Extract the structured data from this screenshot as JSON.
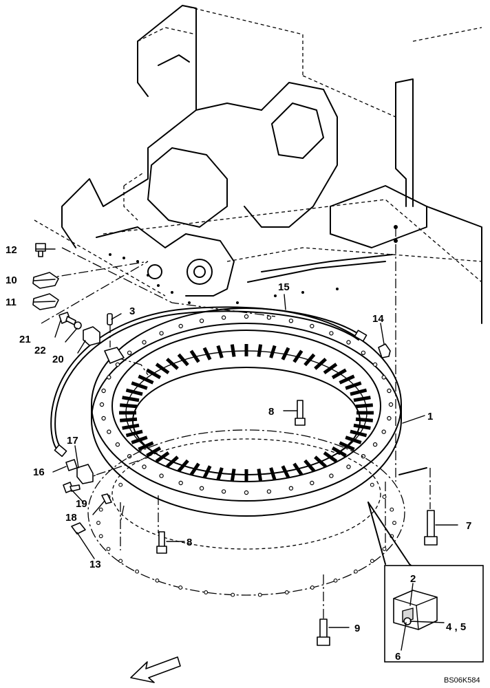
{
  "labels": {
    "p1": "1",
    "p2": "2",
    "p3": "3",
    "p45": "4 , 5",
    "p6": "6",
    "p7": "7",
    "p8a": "8",
    "p8b": "8",
    "p9": "9",
    "p10": "10",
    "p11": "11",
    "p12": "12",
    "p13": "13",
    "p14": "14",
    "p15": "15",
    "p16": "16",
    "p17": "17",
    "p18": "18",
    "p19": "19",
    "p20": "20",
    "p21": "21",
    "p22": "22"
  },
  "drawing_code": "BS06K584",
  "icons": {
    "direction": "front-direction-arrow-icon"
  }
}
